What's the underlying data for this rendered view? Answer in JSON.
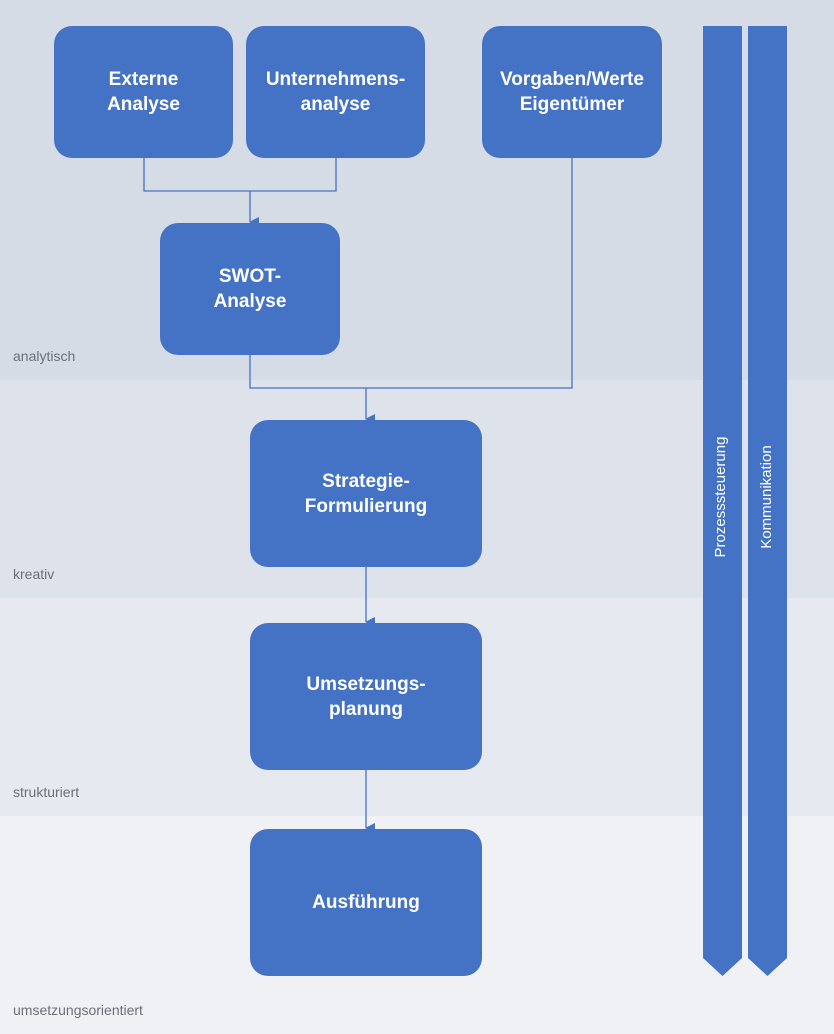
{
  "bands": [
    {
      "id": "analytisch",
      "label": "analytisch",
      "color": "#d6dce6"
    },
    {
      "id": "kreativ",
      "label": "kreativ",
      "color": "#dde2eb"
    },
    {
      "id": "strukturiert",
      "label": "strukturiert",
      "color": "#e6e9ef"
    },
    {
      "id": "umsetzungsorientiert",
      "label": "umsetzungsorientiert",
      "color": "#eff1f5"
    }
  ],
  "boxes": {
    "externe_analyse": [
      "Externe",
      "Analyse"
    ],
    "unternehmensanalyse": [
      "Unternehmens-",
      "analyse"
    ],
    "vorgaben": [
      "Vorgaben/Werte",
      "Eigentümer"
    ],
    "swot": [
      "SWOT-",
      "Analyse"
    ],
    "strategie": [
      "Strategie-",
      "Formulierung"
    ],
    "umsetzung": [
      "Umsetzungs-",
      "planung"
    ],
    "ausfuehrung": [
      "Ausführung"
    ]
  },
  "side_arrows": {
    "prozesssteuerung": "Prozesssteuerung",
    "kommunikation": "Kommunikation"
  },
  "colors": {
    "box": "#4472c4",
    "connector": "#4472c4",
    "band_label": "#6b6f76"
  }
}
